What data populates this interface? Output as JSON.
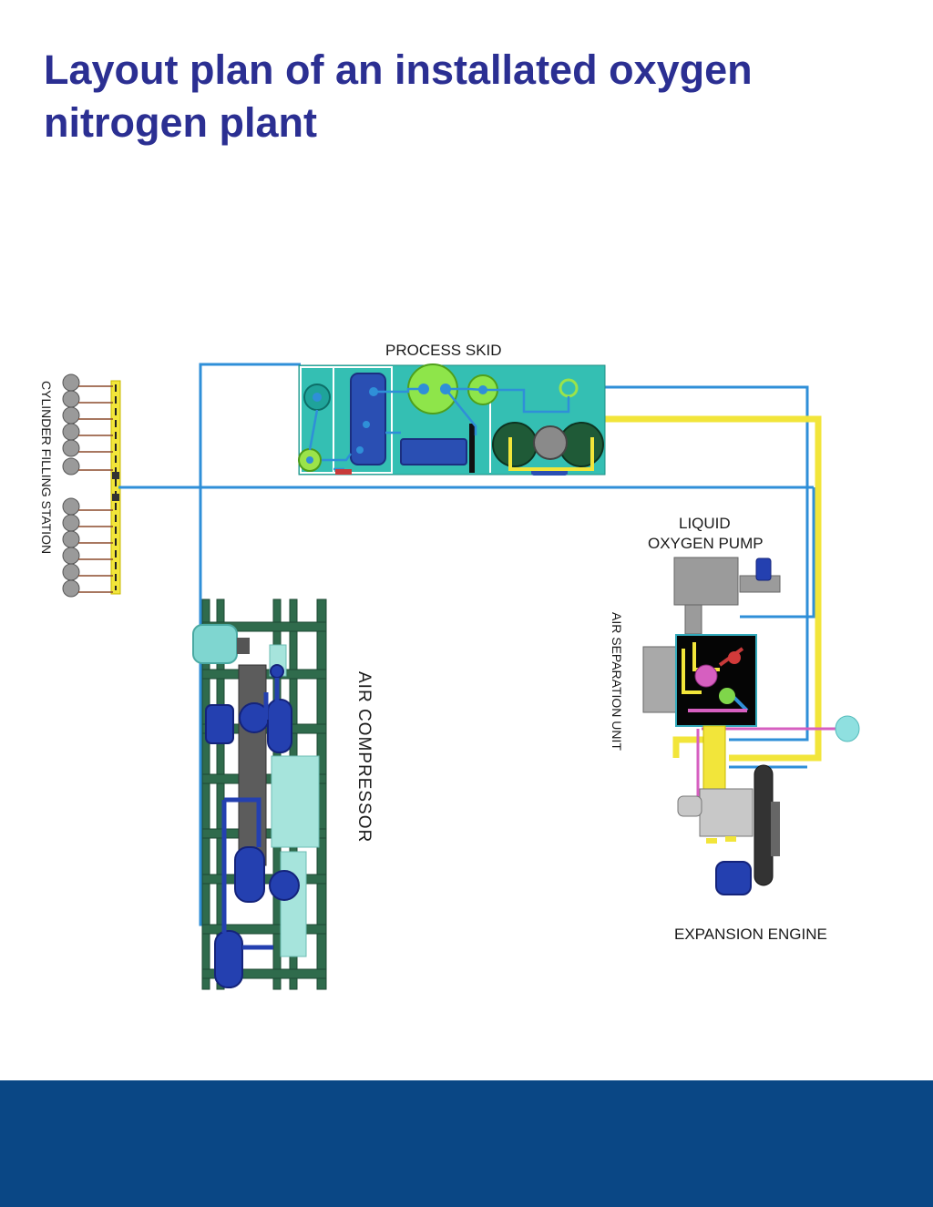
{
  "title": "Layout plan of an installated oxygen nitrogen plant",
  "labels": {
    "cylinder_filling_station": "CYLINDER  FILLING STATION",
    "process_skid": "PROCESS SKID",
    "liquid_oxygen_pump_line1": "LIQUID",
    "liquid_oxygen_pump_line2": "OXYGEN PUMP",
    "air_separation_unit": "AIR SEPARATION UNIT",
    "air_compressor": "AIR COMPRESSOR",
    "expansion_engine": "EXPANSION ENGINE"
  },
  "colors": {
    "title": "#2b2f92",
    "footer": "#0a4785",
    "pipe_blue": "#2f8fd8",
    "pipe_yellow": "#f2e53a",
    "pipe_magenta": "#d65fc0",
    "skid_teal": "#34bfb3",
    "frame_green": "#2f6b4c"
  }
}
